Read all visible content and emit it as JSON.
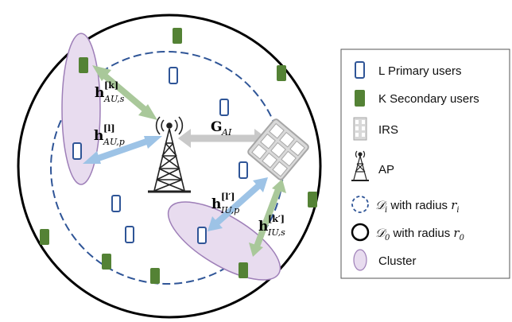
{
  "diagram": {
    "labels": {
      "h_au_s": {
        "main": "h",
        "sup": "[k]",
        "sub": "AU,s"
      },
      "h_au_p": {
        "main": "h",
        "sup": "[l]",
        "sub": "AU,p"
      },
      "g_ai": {
        "main": "G",
        "sub": "AI"
      },
      "h_iu_p": {
        "main": "h",
        "sup": "[l′]",
        "sub": "IU,p"
      },
      "h_iu_s": {
        "main": "h",
        "sup": "[k′]",
        "sub": "IU,s"
      }
    }
  },
  "legend": {
    "primary": "L Primary users",
    "secondary": "K Secondary users",
    "irs": "IRS",
    "ap": "AP",
    "di_symbol": "𝒟",
    "di_sub": "i",
    "di_text": " with radius ",
    "di_r": "r",
    "di_rsub": "i",
    "d0_symbol": "𝒟",
    "d0_sub": "0",
    "d0_text": " with radius ",
    "d0_r": "r",
    "d0_rsub": "0",
    "cluster": "Cluster"
  },
  "colors": {
    "primary_user": "#2f5597",
    "secondary_user": "#548235",
    "cluster_fill": "#e8dcef",
    "cluster_stroke": "#9e7fb8",
    "arrow_blue": "#9dc3e6",
    "arrow_green": "#a9c89a",
    "arrow_gray": "#c9c9c9",
    "inner_circle": "#2f5597"
  }
}
